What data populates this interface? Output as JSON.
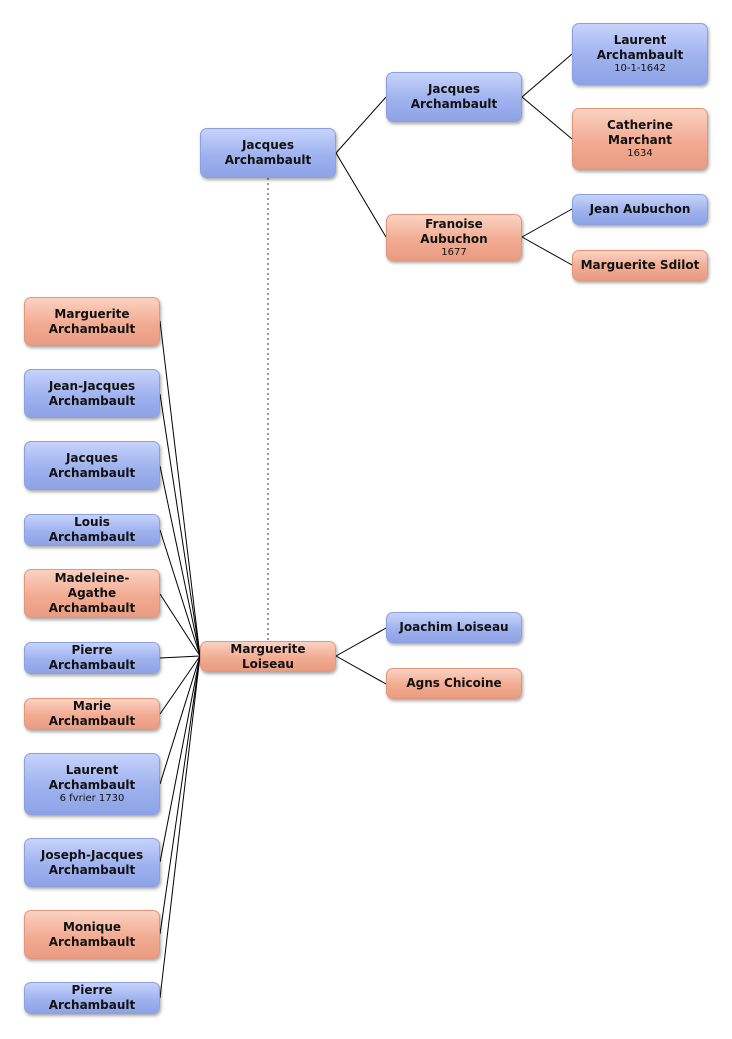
{
  "root": {
    "name": "Marguerite Loiseau",
    "gender": "female"
  },
  "spouse": {
    "name": "Jacques Archambault",
    "gender": "male"
  },
  "spouse_parents": {
    "father": {
      "name": "Jacques Archambault",
      "gender": "male"
    },
    "mother": {
      "name": "Franoise Aubuchon",
      "date": "1677",
      "gender": "female"
    }
  },
  "spouse_grandparents": {
    "paternal_grandfather": {
      "name": "Laurent Archambault",
      "date": "10-1-1642",
      "gender": "male"
    },
    "paternal_grandmother": {
      "name": "Catherine Marchant",
      "date": "1634",
      "gender": "female"
    },
    "maternal_grandfather": {
      "name": "Jean Aubuchon",
      "gender": "male"
    },
    "maternal_grandmother": {
      "name": "Marguerite Sdilot",
      "gender": "female"
    }
  },
  "root_parents": {
    "father": {
      "name": "Joachim Loiseau",
      "gender": "male"
    },
    "mother": {
      "name": "Agns Chicoine",
      "gender": "female"
    }
  },
  "children": [
    {
      "name": "Marguerite Archambault",
      "gender": "female"
    },
    {
      "name": "Jean-Jacques Archambault",
      "gender": "male"
    },
    {
      "name": "Jacques Archambault",
      "gender": "male"
    },
    {
      "name": "Louis Archambault",
      "gender": "male"
    },
    {
      "name": "Madeleine-Agathe Archambault",
      "gender": "female"
    },
    {
      "name": "Pierre Archambault",
      "gender": "male"
    },
    {
      "name": "Marie Archambault",
      "gender": "female"
    },
    {
      "name": "Laurent Archambault",
      "date": "6 fvrier 1730",
      "gender": "male"
    },
    {
      "name": "Joseph-Jacques Archambault",
      "gender": "male"
    },
    {
      "name": "Monique Archambault",
      "gender": "female"
    },
    {
      "name": "Pierre Archambault",
      "gender": "male"
    }
  ]
}
